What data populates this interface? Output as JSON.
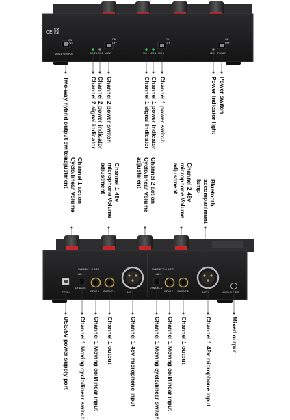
{
  "top_device": {
    "panel_marks": {
      "ce": "CE",
      "on": "ON",
      "off": "OFF",
      "mixed_output": "MIXED OUTPUT",
      "sig2": "SIG 2",
      "led2": "LED 2",
      "mic2": "MIC 2",
      "sig1": "SIG 1",
      "led1": "LED 1",
      "mic1": "MIC 1",
      "led": "LED",
      "power": "POWER"
    },
    "labels": [
      "Two-way hybrid output switch",
      "Channel 2 signal indicator",
      "Channel 2 power indicator",
      "Channel 2 power switch",
      "Channel 1 signal indicator",
      "Channel 1 power indicator",
      "Channel 1 power switch",
      "Power indicator light",
      "Power switch"
    ]
  },
  "bottom_device": {
    "panel_marks": {
      "dc": "DC 5V",
      "dynamic_a": "DYNAMIC",
      "line1": "LINE 1",
      "input1": "INPUT 1",
      "output1": "OUTPUT 1",
      "mic1": "MIC 1",
      "dynamic2": "DYNAMIC 2",
      "line2": "LINE 2",
      "input2": "INPUT 2",
      "output2": "OUTPUT 2",
      "mic2": "MIC 2",
      "mixed_output": "MIXED OUTPUT",
      "dyn_line_1": "DYNAMIC 1 / LINE 1",
      "dyn_line_2": "DYNAMIC 2 / LINE 2"
    },
    "top_labels": [
      "Channel 1 action Cyclo/linear Volume adjustment",
      "Channel 1 48v microphone Volume adjustment",
      "Channel 2 action Cyclo/linear Volume adjustment",
      "Channel 2 48v microphone Volume adjustment",
      "Bluetooth accompaniment lamp"
    ],
    "bottom_labels": [
      "USB/5V power supply port",
      "Channel 1 Moving cyclo/linear switch",
      "Channel 1 Moving coil/linear input",
      "Channel 1 output",
      "Channel 1 48v microphone input",
      "Channel 1 Moving cyclo/linear switch",
      "Channel 1 Moving coil/linear input",
      "Channel 1 output",
      "Channel 1 48v microphone input",
      "Mixed output"
    ]
  },
  "colors": {
    "device": "#1c1c1d",
    "device_edge": "#3a3a3c",
    "knob": "#141414",
    "knob_red": "#c8242b",
    "led_green": "#2ecc52",
    "leader": "#333333"
  }
}
